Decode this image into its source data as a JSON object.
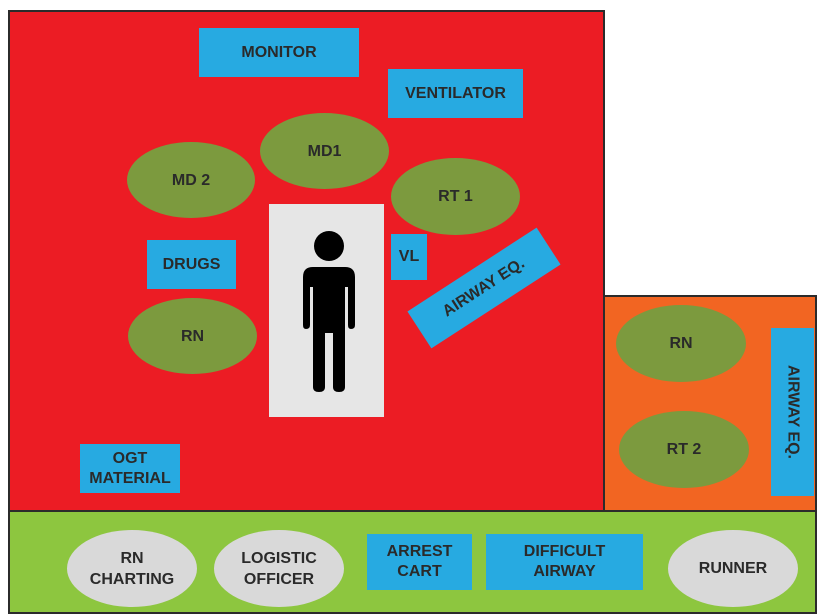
{
  "colors": {
    "main_room": "#ec1c24",
    "side_room": "#f26522",
    "bottom_strip": "#8dc63f",
    "equipment": "#27aae1",
    "staff": "#7c9a3e",
    "support_staff": "#d9d9d9",
    "bed": "#e6e6e6",
    "patient": "#000000",
    "border": "#2b2b2b"
  },
  "main_room": {
    "equipment": {
      "monitor": "MONITOR",
      "ventilator": "VENTILATOR",
      "drugs": "DRUGS",
      "vl": "VL",
      "airway_eq": "AIRWAY EQ.",
      "ogt_material": "OGT\nMATERIAL"
    },
    "staff": {
      "md1": "MD1",
      "md2": "MD 2",
      "rt1": "RT 1",
      "rn": "RN"
    },
    "patient_icon": "person-icon"
  },
  "side_room": {
    "staff": {
      "rn": "RN",
      "rt2": "RT 2"
    },
    "airway_eq": "AIRWAY EQ."
  },
  "bottom_strip": {
    "rn_charting": "RN\nCHARTING",
    "logistic_officer": "LOGISTIC\nOFFICER",
    "arrest_cart": "ARREST\nCART",
    "difficult_airway": "DIFFICULT\nAIRWAY",
    "runner": "RUNNER"
  }
}
